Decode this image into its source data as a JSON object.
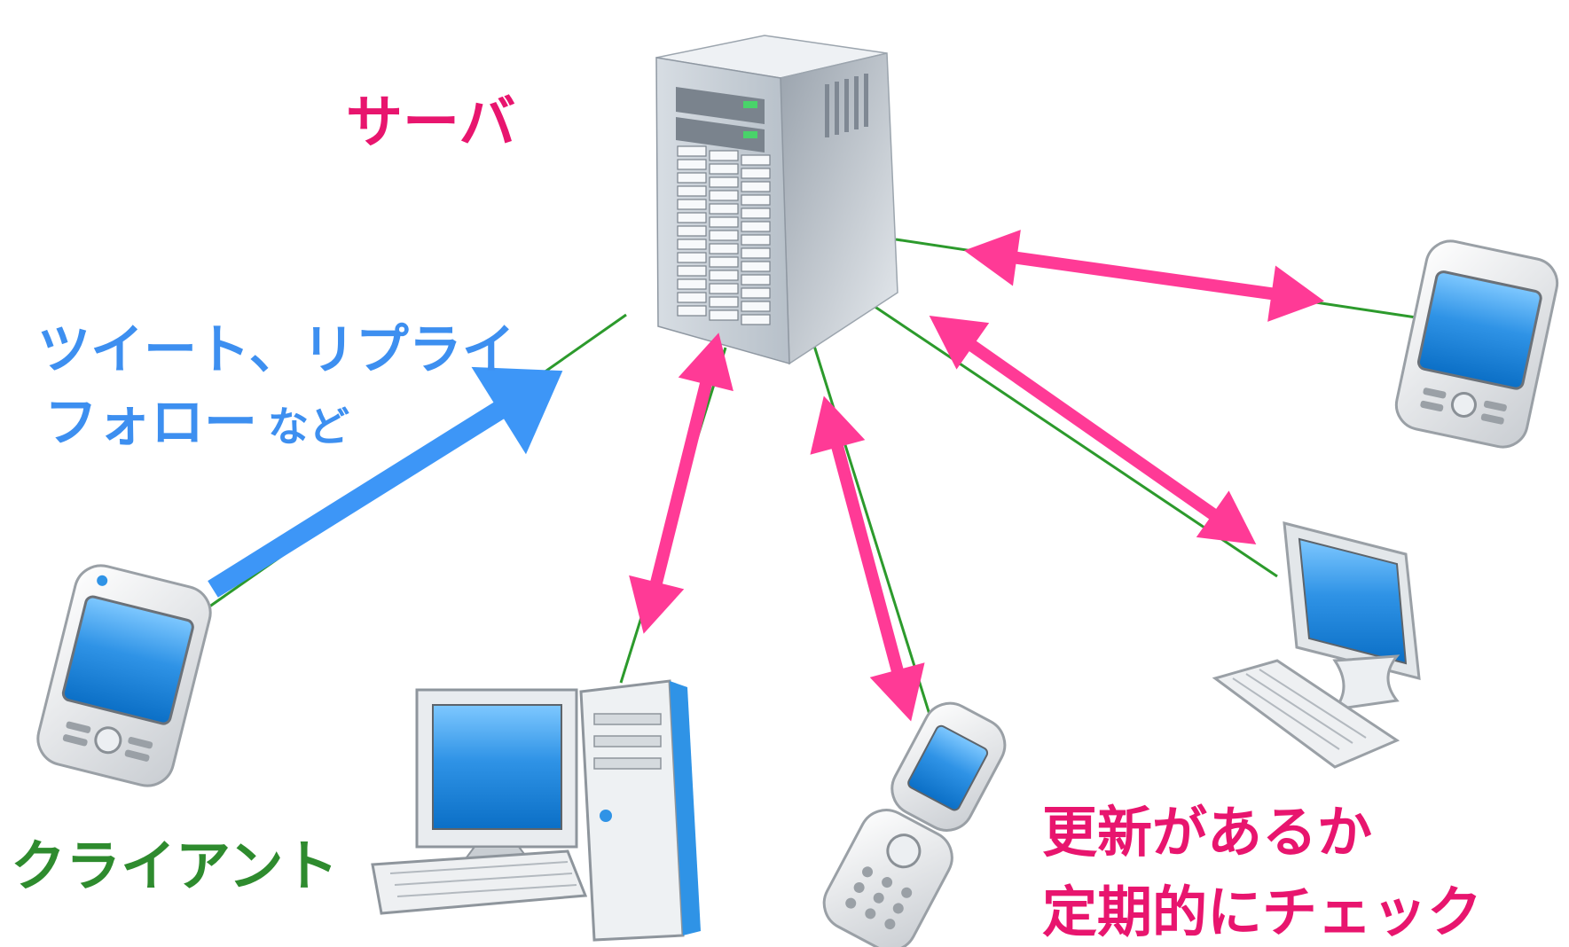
{
  "labels": {
    "server": "サーバ",
    "post_line1": "ツイート、リプライ",
    "post_line2_main": "フォロー",
    "post_line2_suffix": "など",
    "client": "クライアント",
    "poll_line1": "更新があるか",
    "poll_line2": "定期的にチェック"
  },
  "colors": {
    "server_label": "#e8156e",
    "post_label": "#3d8ff0",
    "client_label": "#2e8b2e",
    "poll_label": "#e8156e",
    "poll_arrow": "#ff3a96",
    "post_arrow": "#3d96f7",
    "link_line": "#2c9a2c"
  },
  "icons": [
    "server-tower-icon",
    "pda-icon",
    "desktop-computer-icon",
    "flip-phone-icon",
    "lcd-monitor-icon"
  ]
}
